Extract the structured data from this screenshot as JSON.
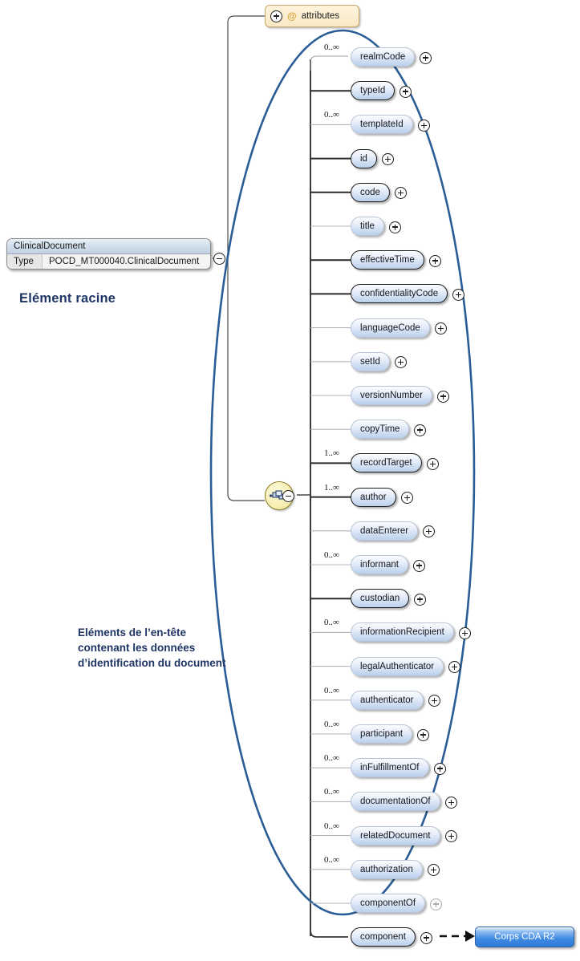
{
  "diagram": {
    "title": "CDA R2 ClinicalDocument XSD structure",
    "accent_color": "#1f3566",
    "ellipse_color": "#2a5d96"
  },
  "root": {
    "name": "ClinicalDocument",
    "type_label": "Type",
    "type_value": "POCD_MT000040.ClinicalDocument",
    "collapse_icon": "minus-icon"
  },
  "captions": {
    "root": "Elément racine",
    "header": "Eléments de l’en-tête contenant les données d’identification du document"
  },
  "attributes_node": {
    "label": "attributes",
    "at_symbol": "@",
    "expand_icon": "plus-icon"
  },
  "compositor": {
    "icon": "sequence-icon",
    "collapse_icon": "minus-icon"
  },
  "elements": [
    {
      "label": "realmCode",
      "cardinality": "0..∞",
      "required": false,
      "icon": "plus-icon"
    },
    {
      "label": "typeId",
      "cardinality": "",
      "required": true,
      "icon": "plus-icon"
    },
    {
      "label": "templateId",
      "cardinality": "0..∞",
      "required": false,
      "icon": "plus-icon"
    },
    {
      "label": "id",
      "cardinality": "",
      "required": true,
      "icon": "plus-icon"
    },
    {
      "label": "code",
      "cardinality": "",
      "required": true,
      "icon": "plus-icon"
    },
    {
      "label": "title",
      "cardinality": "",
      "required": false,
      "icon": "plus-icon"
    },
    {
      "label": "effectiveTime",
      "cardinality": "",
      "required": true,
      "icon": "plus-icon"
    },
    {
      "label": "confidentialityCode",
      "cardinality": "",
      "required": true,
      "icon": "plus-icon"
    },
    {
      "label": "languageCode",
      "cardinality": "",
      "required": false,
      "icon": "plus-icon"
    },
    {
      "label": "setId",
      "cardinality": "",
      "required": false,
      "icon": "plus-icon"
    },
    {
      "label": "versionNumber",
      "cardinality": "",
      "required": false,
      "icon": "plus-icon"
    },
    {
      "label": "copyTime",
      "cardinality": "",
      "required": false,
      "icon": "plus-icon"
    },
    {
      "label": "recordTarget",
      "cardinality": "1..∞",
      "required": true,
      "icon": "plus-icon"
    },
    {
      "label": "author",
      "cardinality": "1..∞",
      "required": true,
      "icon": "plus-icon"
    },
    {
      "label": "dataEnterer",
      "cardinality": "",
      "required": false,
      "icon": "plus-icon"
    },
    {
      "label": "informant",
      "cardinality": "0..∞",
      "required": false,
      "icon": "plus-icon"
    },
    {
      "label": "custodian",
      "cardinality": "",
      "required": true,
      "icon": "plus-icon"
    },
    {
      "label": "informationRecipient",
      "cardinality": "0..∞",
      "required": false,
      "icon": "plus-icon"
    },
    {
      "label": "legalAuthenticator",
      "cardinality": "",
      "required": false,
      "icon": "plus-icon"
    },
    {
      "label": "authenticator",
      "cardinality": "0..∞",
      "required": false,
      "icon": "plus-icon"
    },
    {
      "label": "participant",
      "cardinality": "0..∞",
      "required": false,
      "icon": "plus-icon"
    },
    {
      "label": "inFulfillmentOf",
      "cardinality": "0..∞",
      "required": false,
      "icon": "plus-icon"
    },
    {
      "label": "documentationOf",
      "cardinality": "0..∞",
      "required": false,
      "icon": "plus-icon"
    },
    {
      "label": "relatedDocument",
      "cardinality": "0..∞",
      "required": false,
      "icon": "plus-icon"
    },
    {
      "label": "authorization",
      "cardinality": "0..∞",
      "required": false,
      "icon": "plus-icon"
    },
    {
      "label": "componentOf",
      "cardinality": "",
      "required": false,
      "icon": "plus-icon"
    },
    {
      "label": "component",
      "cardinality": "",
      "required": true,
      "icon": "plus-icon"
    }
  ],
  "body_box": {
    "label": "Corps CDA R2",
    "arrow": "dashed-arrow-icon"
  }
}
